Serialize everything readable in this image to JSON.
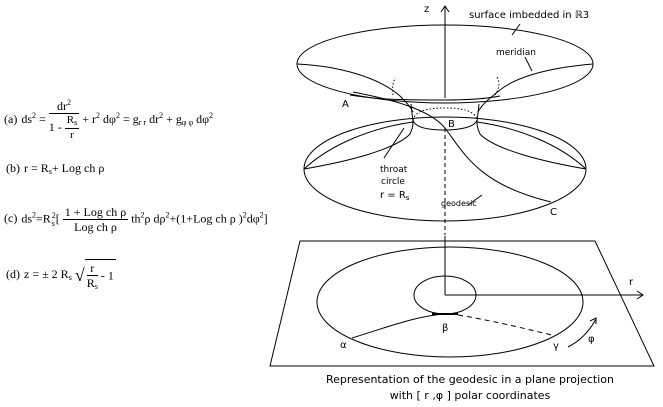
{
  "equations": {
    "a": {
      "tag": "(a)",
      "lhs": "ds",
      "num": "dr",
      "den_pre": "1 -",
      "den_num": "R",
      "den_num_sub": "s",
      "den_den": "r",
      "rest1": "+ r",
      "rest2": "dφ",
      "eq": "=",
      "g1": "g",
      "g1_sub": "r r",
      "g1_rest": "dr",
      "plus": "+",
      "g2": "g",
      "g2_sub": "φ φ",
      "g2_rest": "dφ",
      "exp": "2"
    },
    "b": {
      "tag": "(b)",
      "text1": "r = R",
      "sub": "s",
      "text2": "+ Log ch ρ"
    },
    "c": {
      "tag": "(c)",
      "lhs": "ds",
      "mid": "=R",
      "sub": "s",
      "sup": "2",
      "bracket": "[",
      "num": "1 + Log ch ρ",
      "den": "Log ch ρ",
      "rest1": "th",
      "rest2": "ρ dρ",
      "rest3": "+(1+Log ch ρ )",
      "rest4": "dφ",
      "close": "]",
      "exp": "2"
    },
    "d": {
      "tag": "(d)",
      "text1": "z = ±  2 R",
      "sub": "s",
      "num": "r",
      "den": "R",
      "den_sub": "s",
      "tail": "- 1"
    }
  },
  "labels": {
    "z_axis": "z",
    "surface": "surface imbedded in ℝ3",
    "meridian": "meridian",
    "A": "A",
    "B": "B",
    "C": "C",
    "throat1": "throat",
    "throat2": "circle",
    "throat3": "r = R",
    "throat3_sub": "s",
    "geodesic": "geodesic",
    "r_axis": "r",
    "alpha": "α",
    "beta": "β",
    "gamma": "γ",
    "phi": "φ"
  },
  "caption": {
    "line1": "Representation of the geodesic in a plane projection",
    "line2": "with [ r ,φ ] polar coordinates"
  }
}
